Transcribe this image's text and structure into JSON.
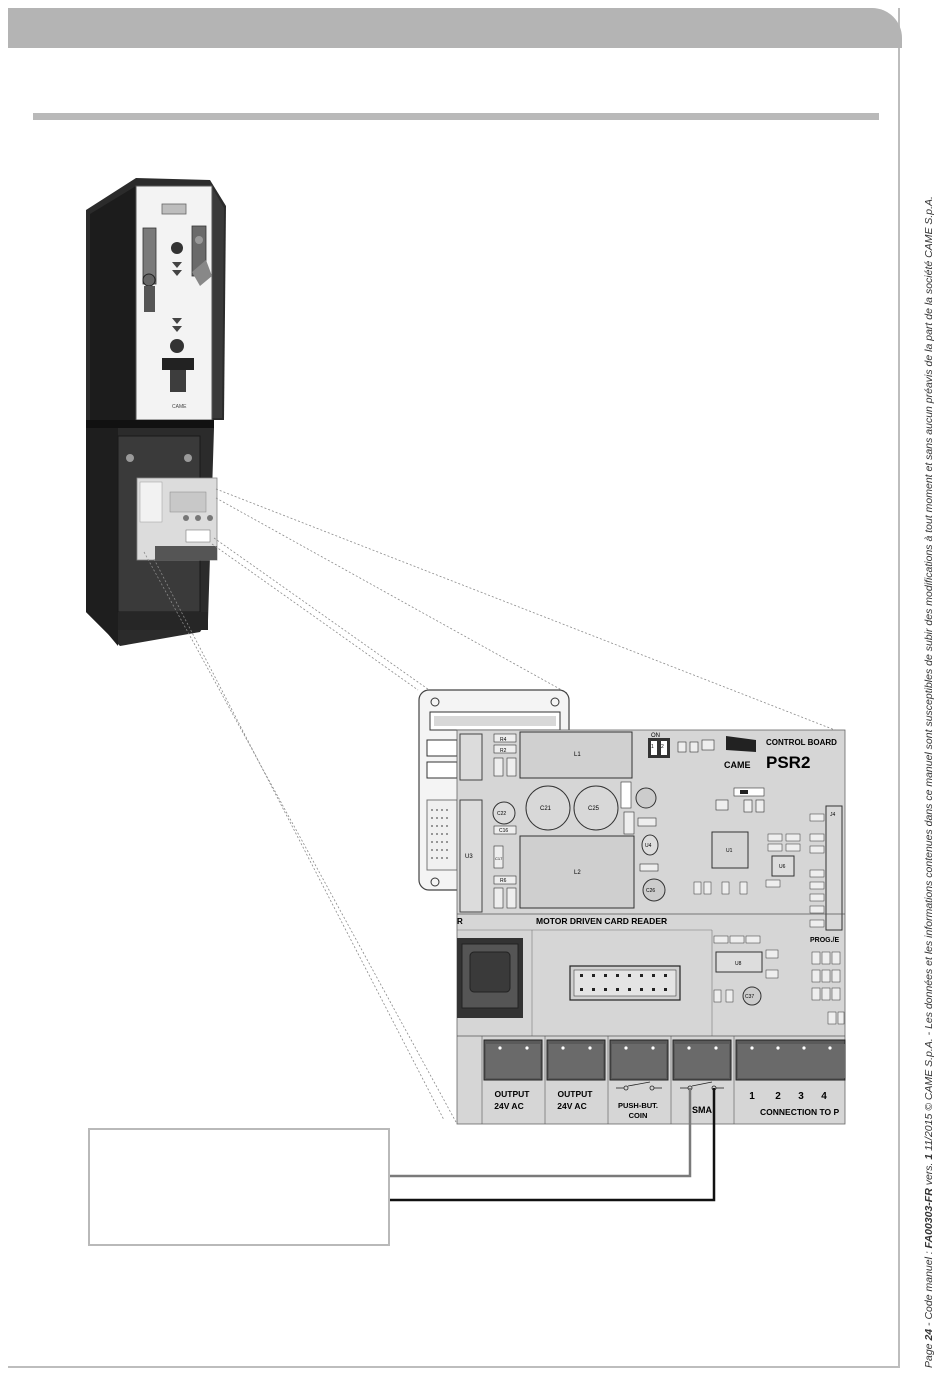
{
  "footer": {
    "page_prefix": "Page ",
    "page_number": "24",
    "manual_code_prefix": " - Code manuel : ",
    "manual_code": "FA00303-FR",
    "version_prefix": " vers. ",
    "version": "1",
    "date_copyright": " 11/2015 © CAME S.p.A. - ",
    "disclaimer": "Les données et les informations contenues dans ce manuel sont susceptibles de subir des modifications à tout moment et sans aucun préavis de la part de la société CAME S.p.A."
  },
  "terminal_cabinet": {
    "brand": "CAME"
  },
  "control_board": {
    "title": "CONTROL BOARD",
    "model": "PSR2",
    "brand": "CAME",
    "dip_switch": {
      "on": "ON",
      "pos1": "1",
      "pos2": "2"
    },
    "section_label": "MOTOR DRIVEN CARD READER",
    "section_left_label": "R",
    "prog_label": "PROG./E",
    "components": {
      "l1": "L1",
      "l2": "L2",
      "c21": "C21",
      "c25": "C25",
      "c22": "C22",
      "c26": "C26",
      "c16": "C16",
      "c17": "C17",
      "u1": "U1",
      "u3": "U3",
      "u4": "U4",
      "u8": "U8",
      "u6": "U6",
      "j4": "J4",
      "c37": "C37",
      "r4": "R4",
      "r2": "R2",
      "r6": "R6"
    },
    "terminals": [
      {
        "line1": "OUTPUT",
        "line2": "24V AC"
      },
      {
        "line1": "OUTPUT",
        "line2": "24V AC"
      },
      {
        "line1": "PUSH-BUT.",
        "line2": "COIN"
      },
      {
        "line1": "SMA",
        "line2": ""
      }
    ],
    "connection_numbers": [
      "1",
      "2",
      "3",
      "4"
    ],
    "connection_label": "CONNECTION TO P"
  }
}
